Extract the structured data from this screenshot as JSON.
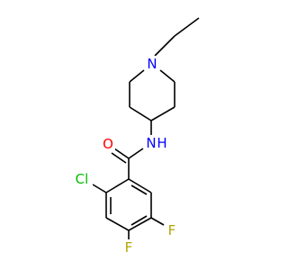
{
  "molecule": {
    "atoms": {
      "N1": {
        "label": "N",
        "color": "#0000ff"
      },
      "N2": {
        "label": "N",
        "color": "#0000ff"
      },
      "H2": {
        "label": "H",
        "color": "#0000ff"
      },
      "O": {
        "label": "O",
        "color": "#ff0000"
      },
      "Cl": {
        "label": "Cl",
        "color": "#00bf00"
      },
      "F1": {
        "label": "F",
        "color": "#b3a600"
      },
      "F2": {
        "label": "F",
        "color": "#b3a600"
      }
    }
  }
}
